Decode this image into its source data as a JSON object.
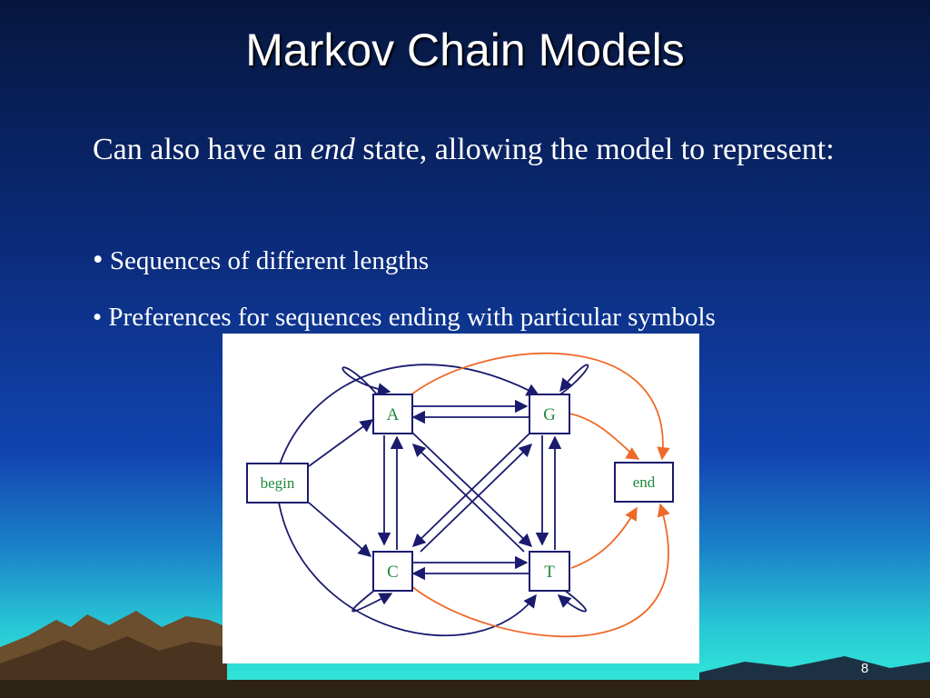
{
  "slide": {
    "title": "Markov Chain Models",
    "intro_before": "Can also have an ",
    "intro_emphasis": "end",
    "intro_after": " state, allowing the model to represent:",
    "bullet_char": "•",
    "bullets": [
      "Sequences of different lengths",
      "Preferences for sequences ending with particular symbols"
    ],
    "page_number": "8"
  },
  "diagram": {
    "nodes": [
      {
        "id": "begin",
        "label": "begin"
      },
      {
        "id": "A",
        "label": "A"
      },
      {
        "id": "G",
        "label": "G"
      },
      {
        "id": "C",
        "label": "C"
      },
      {
        "id": "T",
        "label": "T"
      },
      {
        "id": "end",
        "label": "end"
      }
    ],
    "colors": {
      "transition": "#1a1a6e",
      "end_transition": "#ee6a2a",
      "node_border": "#1a1a6e",
      "label": "#1e8a3c"
    }
  }
}
